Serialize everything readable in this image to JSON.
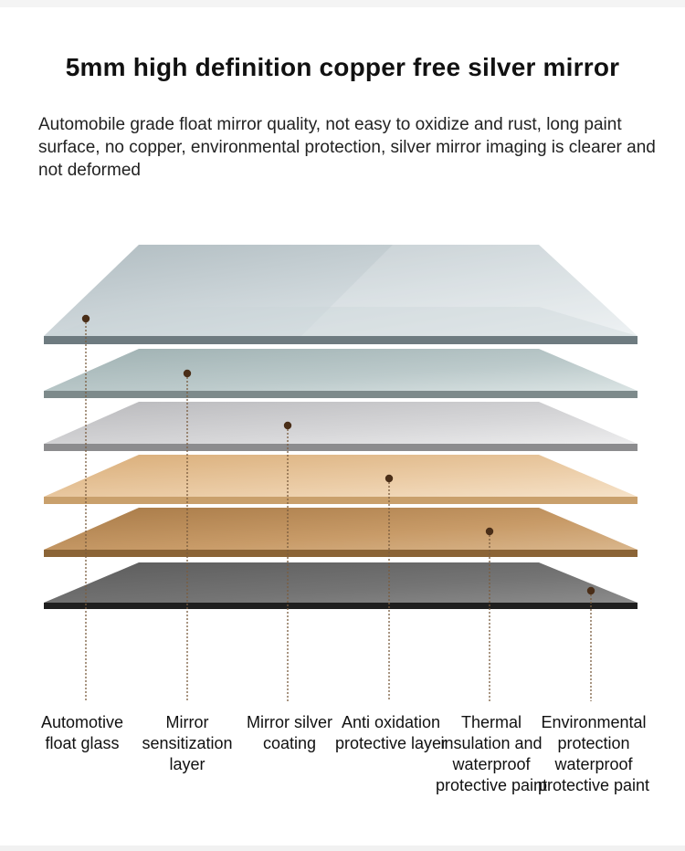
{
  "header": {
    "title": "5mm high definition copper free silver mirror",
    "description": "Automobile grade float mirror quality, not easy to oxidize and rust, long paint surface, no copper, environmental protection, silver mirror imaging is clearer and not deformed"
  },
  "layers": [
    {
      "label": "Automotive float glass",
      "color": "#c9d3d7",
      "edge": "#6e7b80"
    },
    {
      "label": "Mirror sensitization layer",
      "color": "#b7c6c7",
      "edge": "#7d8a8b"
    },
    {
      "label": "Mirror silver coating",
      "color": "#d0d0d2",
      "edge": "#8c8c8e"
    },
    {
      "label": "Anti oxidation protective layer",
      "color": "#e8c8a0",
      "edge": "#c9a06c"
    },
    {
      "label": "Thermal insulation and waterproof protective paint",
      "color": "#c79a66",
      "edge": "#8b6436"
    },
    {
      "label": "Environmental protection waterproof protective paint",
      "color": "#6f6f6f",
      "edge": "#1f1f1f"
    }
  ],
  "colors": {
    "leader_line": "#7a5c3e",
    "leader_dot": "#4a2e18"
  }
}
